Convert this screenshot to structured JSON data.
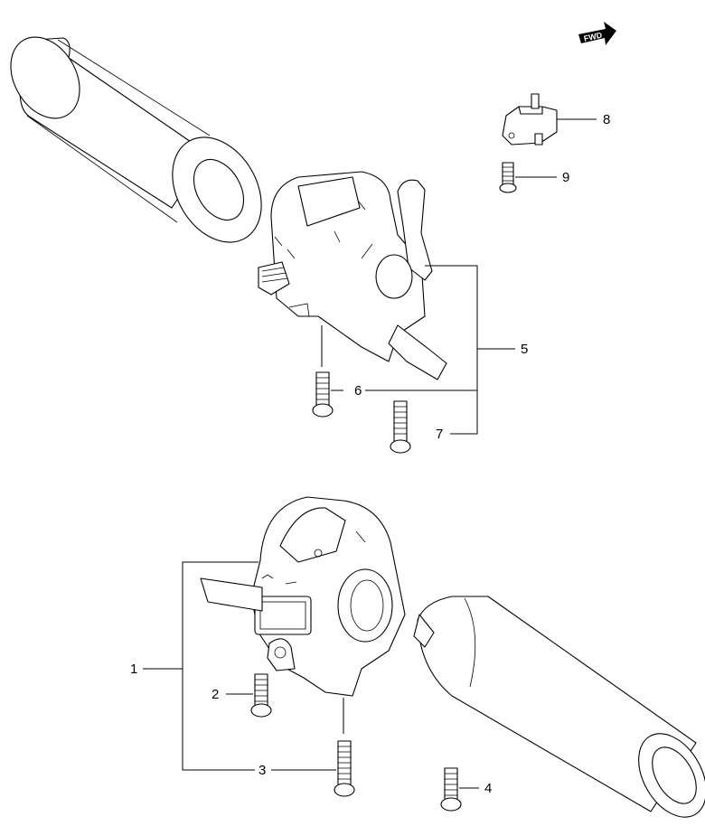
{
  "fwd_badge": "FWD",
  "callouts": [
    {
      "id": "c1",
      "label": "1"
    },
    {
      "id": "c2",
      "label": "2"
    },
    {
      "id": "c3",
      "label": "3"
    },
    {
      "id": "c4",
      "label": "4"
    },
    {
      "id": "c5",
      "label": "5"
    },
    {
      "id": "c6",
      "label": "6"
    },
    {
      "id": "c7",
      "label": "7"
    },
    {
      "id": "c8",
      "label": "8"
    },
    {
      "id": "c9",
      "label": "9"
    }
  ]
}
